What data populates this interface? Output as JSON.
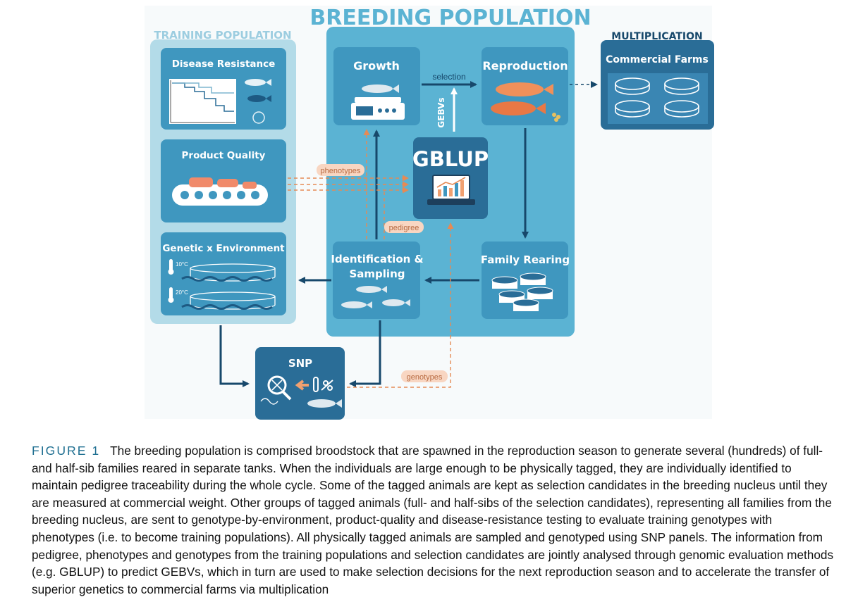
{
  "sections": {
    "breeding": "BREEDING POPULATION",
    "training": "TRAINING POPULATION",
    "multiplication": "MULTIPLICATION"
  },
  "boxes": {
    "disease": "Disease Resistance",
    "quality": "Product Quality",
    "gxe": "Genetic x Environment",
    "temp_low": "10°C",
    "temp_high": "20°C",
    "growth": "Growth",
    "reproduction": "Reproduction",
    "gblup": "GBLUP",
    "family": "Family Rearing",
    "identification_1": "Identification &",
    "identification_2": "Sampling",
    "commercial": "Commercial Farms",
    "snp": "SNP"
  },
  "flows": {
    "selection": "selection",
    "gebvs": "GEBVs",
    "phenotypes": "phenotypes",
    "pedigree": "pedigree",
    "genotypes": "genotypes"
  },
  "colors": {
    "breeding_panel": "#5bb3d3",
    "training_panel": "#b3dbe8",
    "box_mid": "#3f97bf",
    "box_dark": "#2a6d97",
    "accent_orange": "#f0a070",
    "arrow_dark": "#17486b"
  },
  "caption": {
    "label": "FIGURE 1",
    "text": "The breeding population is comprised broodstock that are spawned in the reproduction season to generate several (hundreds) of full- and half-sib families reared in separate tanks. When the individuals are large enough to be physically tagged, they are individually identified to maintain pedigree traceability during the whole cycle. Some of the tagged animals are kept as selection candidates in the breeding nucleus until they are measured at commercial weight. Other groups of tagged animals (full- and half-sibs of the selection candidates), representing all families from the breeding nucleus, are sent to genotype-by-environment, product-quality and disease-resistance testing to evaluate training genotypes with phenotypes (i.e. to become training populations). All physically tagged animals are sampled and genotyped using SNP panels. The information from pedigree, phenotypes and genotypes from the training populations and selection candidates are jointly analysed through genomic evaluation methods (e.g. GBLUP) to predict GEBVs, which in turn are used to make selection decisions for the next reproduction season and to accelerate the transfer of superior genetics to commercial farms via multiplication"
  }
}
